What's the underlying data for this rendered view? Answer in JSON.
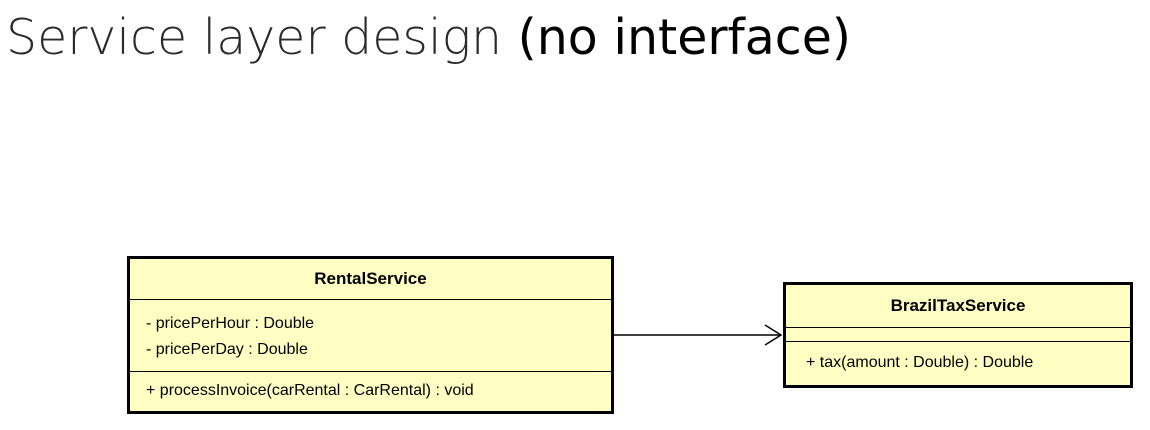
{
  "slide": {
    "title_main": "Service layer design ",
    "title_emphasis": "(no interface)"
  },
  "classes": {
    "rental_service": {
      "name": "RentalService",
      "attributes": [
        "- pricePerHour : Double",
        "- pricePerDay : Double"
      ],
      "operations": [
        "+ processInvoice(carRental : CarRental) : void"
      ]
    },
    "brazil_tax_service": {
      "name": "BrazilTaxService",
      "attributes": [],
      "operations": [
        "+ tax(amount : Double) : Double"
      ]
    }
  },
  "relationships": [
    {
      "type": "association",
      "from": "RentalService",
      "to": "BrazilTaxService",
      "arrowhead": "open"
    }
  ],
  "colors": {
    "class_fill": "#ffffc4",
    "class_border": "#000000",
    "line": "#000000"
  }
}
